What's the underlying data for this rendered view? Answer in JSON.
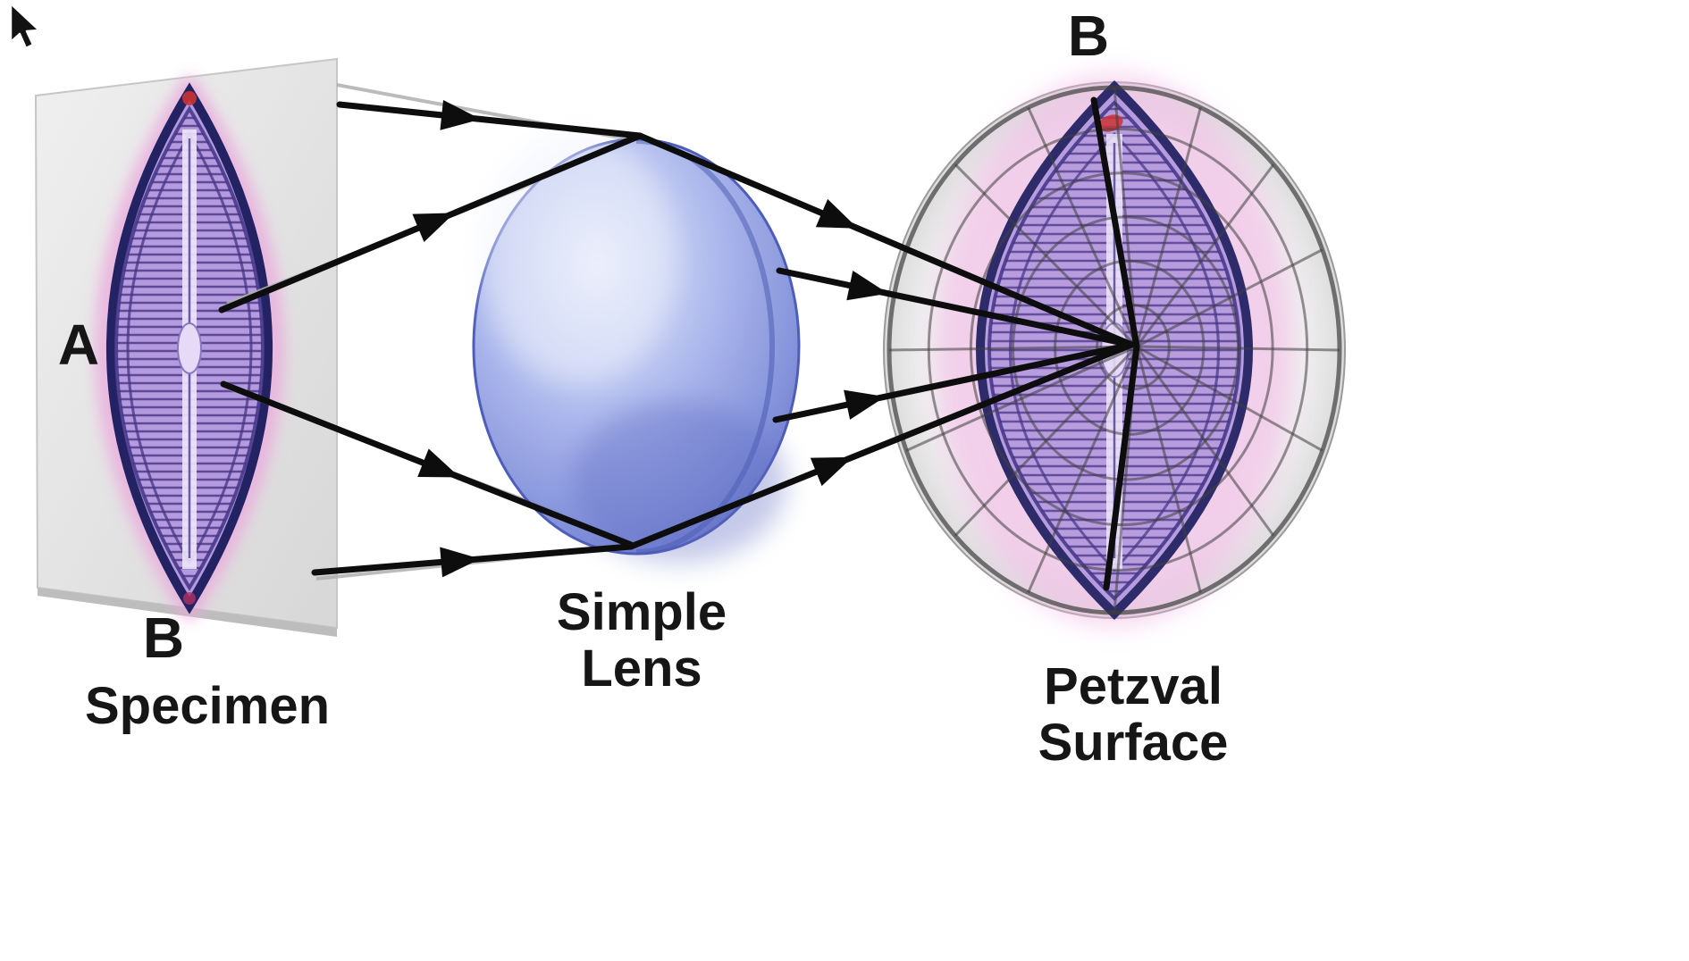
{
  "figure": {
    "labels": {
      "specimen_point_a": "A",
      "specimen_point_b": "B",
      "specimen_caption": "Specimen",
      "lens_caption_line1": "Simple",
      "lens_caption_line2": "Lens",
      "petzval_point_b": "B",
      "petzval_caption_line1": "Petzval",
      "petzval_caption_line2": "Surface"
    },
    "colors": {
      "ray_black": "#0d0d0d",
      "guide_gray": "#b0b0b0",
      "mesh_gray": "#3f3f3f",
      "lens_blue": "#7d8cd8",
      "lens_blue_dark": "#4a58b8",
      "diatom_purple": "#b49ade",
      "diatom_outline_navy": "#232364",
      "diatom_stria_purple": "#4a3585",
      "diatom_glow_pink": "#f2bce6",
      "plane_gray": "#e3e3e3",
      "tip_red": "#cc3333"
    }
  }
}
